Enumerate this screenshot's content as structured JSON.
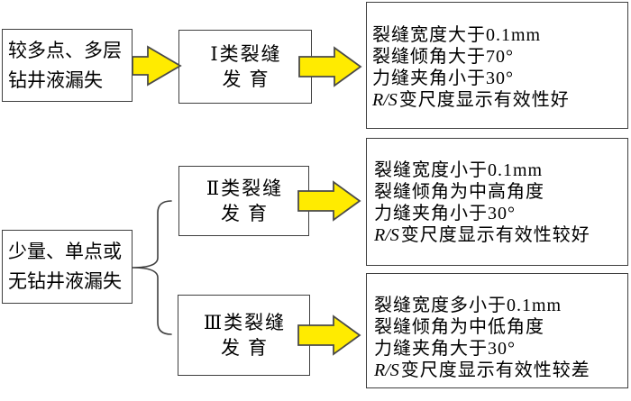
{
  "colors": {
    "background": "#ffffff",
    "box_border": "#3f3f3f",
    "text_color": "#000000",
    "arrow_fill": "#ffeb00",
    "arrow_stroke": "#4a4a4a"
  },
  "source_boxes": {
    "top": {
      "line1": "较多点、多层",
      "line2": "钻井液漏失"
    },
    "bottom": {
      "line1": "少量、单点或",
      "line2": "无钻井液漏失"
    }
  },
  "class_boxes": {
    "c1": {
      "line1": "Ⅰ类裂缝",
      "line2": "发育"
    },
    "c2": {
      "line1": "Ⅱ类裂缝",
      "line2": "发育"
    },
    "c3": {
      "line1": "Ⅲ类裂缝",
      "line2": "发育"
    }
  },
  "result_boxes": {
    "r1": {
      "line1": "裂缝宽度大于0.1mm",
      "line2": "裂缝倾角大于70°",
      "line3": "力缝夹角小于30°",
      "line4_italic": "R/S",
      "line4_rest": "变尺度显示有效性好"
    },
    "r2": {
      "line1": "裂缝宽度小于0.1mm",
      "line2": "裂缝倾角为中高角度",
      "line3": "力缝夹角小于30°",
      "line4_italic": "R/S",
      "line4_rest": "变尺度显示有效性较好"
    },
    "r3": {
      "line1": "裂缝宽度多小于0.1mm",
      "line2": "裂缝倾角为中低角度",
      "line3": "力缝夹角大于30°",
      "line4_italic": "R/S",
      "line4_rest": "变尺度显示有效性较差"
    }
  }
}
